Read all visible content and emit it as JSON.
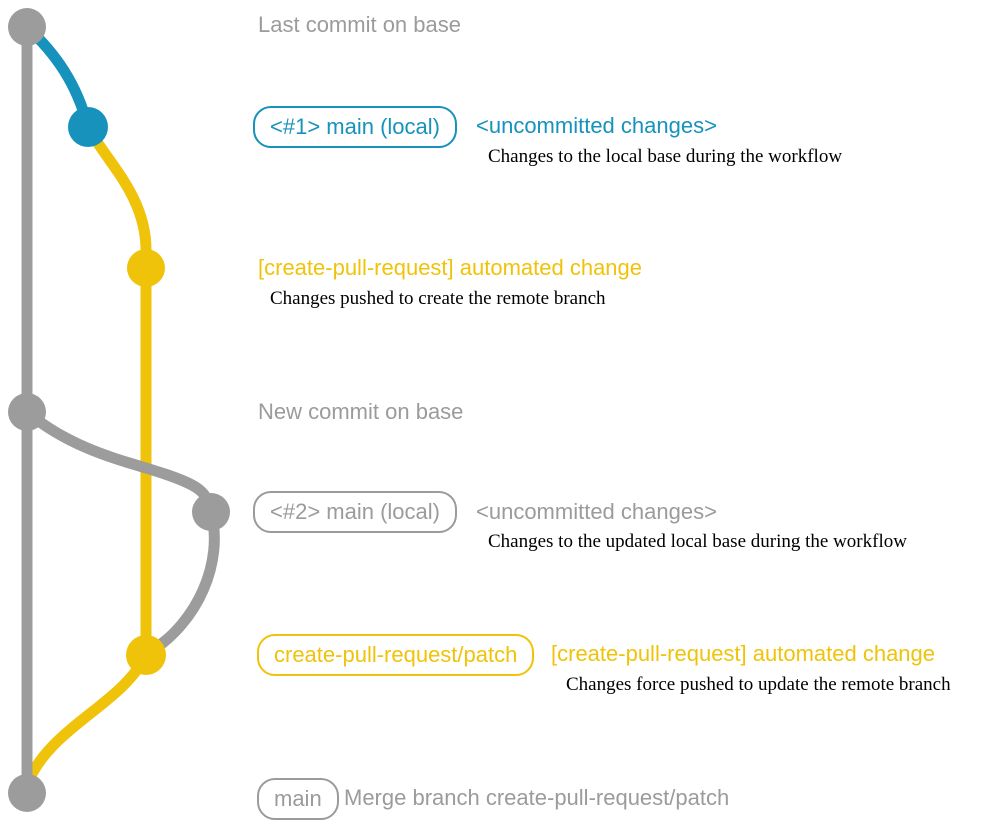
{
  "colors": {
    "base_branch_gray": "#9c9c9c",
    "local_main_blue": "#1792bd",
    "pull_request_yellow": "#f0c30b",
    "description_black": "#000000"
  },
  "rows": {
    "last_commit": {
      "title": "Last commit on base"
    },
    "main1": {
      "label": "<#1> main (local)",
      "annotation": "<uncommitted changes>",
      "description": "Changes to the local base during the workflow"
    },
    "pr_commit1": {
      "annotation": "[create-pull-request] automated change",
      "description": "Changes pushed to create the remote branch"
    },
    "new_commit": {
      "title": "New commit on base"
    },
    "main2": {
      "label": "<#2> main (local)",
      "annotation": "<uncommitted changes>",
      "description": "Changes to the updated local base during the workflow"
    },
    "pr_commit2": {
      "label": "create-pull-request/patch",
      "annotation": "[create-pull-request] automated change",
      "description": "Changes force pushed to update the remote branch"
    },
    "merge": {
      "label": "main",
      "message": "Merge branch create-pull-request/patch"
    }
  }
}
